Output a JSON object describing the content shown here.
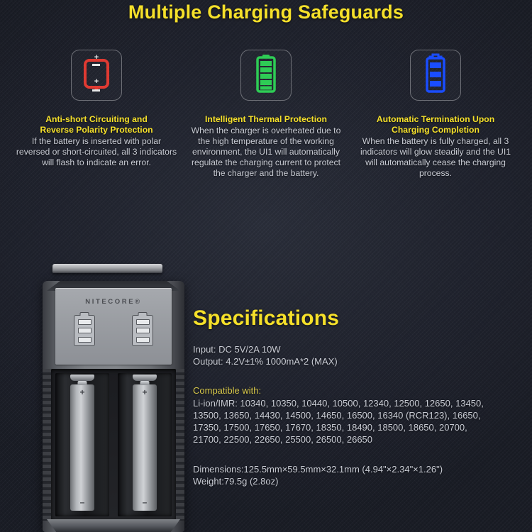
{
  "page": {
    "title": "Multiple Charging Safeguards",
    "background_color": "#232733",
    "accent_color": "#f5e02a",
    "body_text_color": "#c9ccd4"
  },
  "features": [
    {
      "icon": "battery-reverse-polarity-icon",
      "icon_color": "#e03a32",
      "heading_line1": "Anti-short Circuiting and",
      "heading_line2": "Reverse Polarity Protection",
      "body": "If the battery is inserted with polar reversed or short-circuited, all 3 indicators will flash to indicate an error.",
      "markers": {
        "top_outer": "+",
        "top_inner": "–",
        "bottom_inner": "+",
        "bottom_outer": "–"
      }
    },
    {
      "icon": "battery-full-green-icon",
      "icon_color": "#2ecc55",
      "heading_line1": "Intelligent Thermal Protection",
      "heading_line2": "",
      "body": "When the charger is overheated due to the high temperature of the working environment, the UI1 will automatically regulate the charging current to protect the charger and the battery.",
      "segments": 5
    },
    {
      "icon": "battery-charging-blue-icon",
      "icon_color": "#1a4dff",
      "heading_line1": "Automatic Termination Upon",
      "heading_line2": "Charging Completion",
      "body": "When the battery is fully charged, all 3 indicators will glow steadily and the UI1 will automatically cease the charging process.",
      "segments": 3
    }
  ],
  "specifications": {
    "title": "Specifications",
    "input": "Input: DC 5V/2A  10W",
    "output": "Output: 4.2V±1%  1000mA*2 (MAX)",
    "compatible_label": "Compatible with:",
    "compatible_lines": [
      "Li-ion/IMR: 10340, 10350, 10440, 10500, 12340, 12500, 12650, 13450,",
      "13500, 13650, 14430, 14500, 14650, 16500, 16340 (RCR123), 16650,",
      "17350, 17500, 17650, 17670, 18350, 18490, 18500, 18650, 20700,",
      "21700, 22500, 22650, 25500, 26500, 26650"
    ],
    "dimensions": "Dimensions:125.5mm×59.5mm×32.1mm (4.94\"×2.34\"×1.26\")",
    "weight": "Weight:79.5g (2.8oz)"
  },
  "product": {
    "brand": "NITECORE®",
    "slot_count": 2,
    "indicator_segments": 3,
    "cell_positive": "+",
    "cell_negative": "–"
  }
}
